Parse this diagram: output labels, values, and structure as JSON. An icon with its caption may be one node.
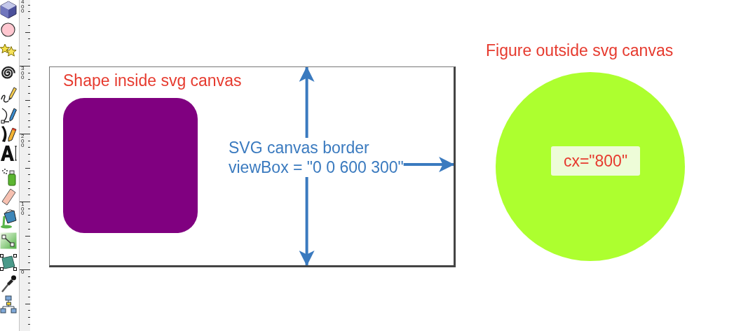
{
  "diagram": {
    "nodes": [
      {
        "text": [],
        "shape": "box"
      },
      {
        "text": [
          "Shape inside svg canvas"
        ],
        "in": 0
      },
      {
        "text": [
          "SVG canvas border",
          "viewBox = \"0 0 600 300\""
        ],
        "in": 0
      },
      {
        "text": [
          "Figure outside svg canvas",
          "cx=\"800\""
        ]
      }
    ],
    "edges": [
      {
        "from": 2,
        "to": 0,
        "arrow": "to"
      },
      {
        "from": 2,
        "to": 0,
        "arrow": "to"
      },
      {
        "from": 2,
        "to": 0,
        "arrow": "to"
      }
    ],
    "labels": [
      "400",
      "300",
      "200",
      "100",
      "0"
    ]
  }
}
